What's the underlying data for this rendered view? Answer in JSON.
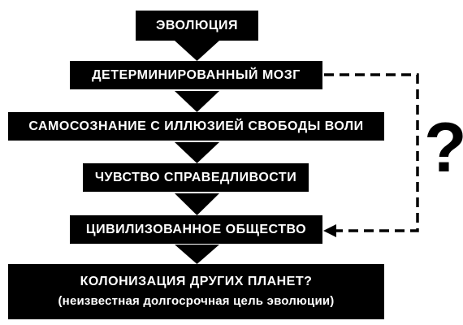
{
  "nodes": [
    {
      "label": "ЭВОЛЮЦИЯ"
    },
    {
      "label": "ДЕТЕРМИНИРОВАННЫЙ МОЗГ"
    },
    {
      "label": "САМОСОЗНАНИЕ С ИЛЛЮЗИЕЙ СВОБОДЫ ВОЛИ"
    },
    {
      "label": "ЧУВСТВО СПРАВЕДЛИВОСТИ"
    },
    {
      "label": "ЦИВИЛИЗОВАННОЕ ОБЩЕСТВО"
    },
    {
      "label": "КОЛОНИЗАЦИЯ ДРУГИХ ПЛАНЕТ?",
      "sublabel": "(неизвестная долгосрочная цель эволюции)"
    }
  ],
  "question_mark": "?",
  "colors": {
    "box": "#000000",
    "text": "#ffffff",
    "line": "#000000"
  }
}
